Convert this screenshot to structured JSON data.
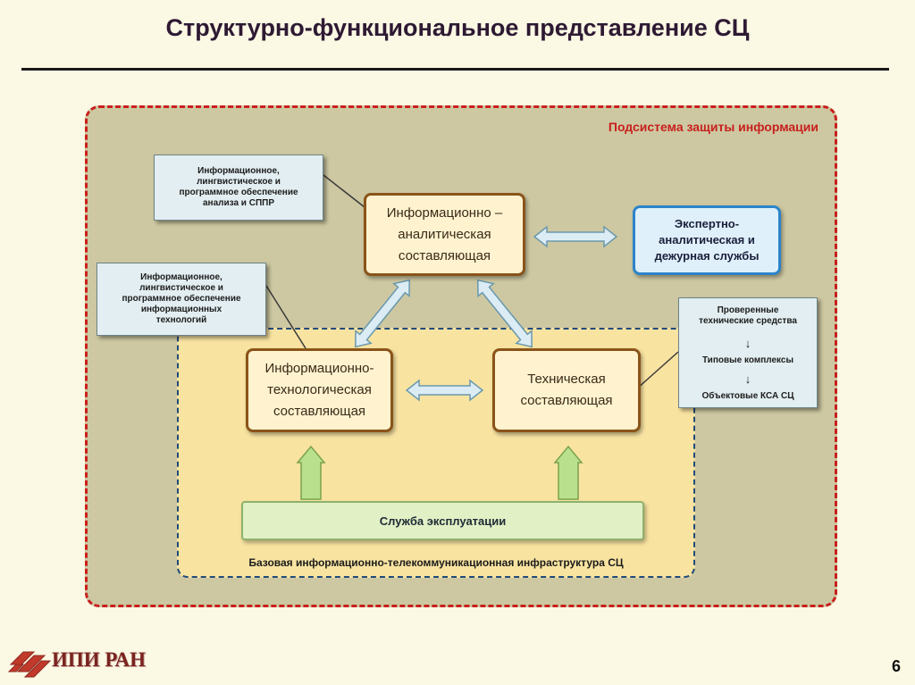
{
  "slide": {
    "title": "Структурно-функциональное представление СЦ",
    "page_number": "6"
  },
  "outer_region": {
    "label": "Подсистема защиты информации"
  },
  "inner_region": {
    "label": "Базовая информационно-телекоммуникационная инфраструктура СЦ"
  },
  "components": {
    "analytical": "Информационно –\nаналитическая\nсоставляющая",
    "technological": "Информационно-\nтехнологическая\nсоставляющая",
    "technical": "Техническая\nсоставляющая"
  },
  "notes": {
    "analytics_support": "Информационное,\nлингвистическое и\nпрограммное обеспечение\nанализа и СППР",
    "it_support": "Информационное,\nлингвистическое и\nпрограммное обеспечение\nинформационных\nтехнологий"
  },
  "expert_services": "Экспертно-\nаналитическая и\nдежурная службы",
  "technical_means": {
    "items": [
      "Проверенные\nтехнические средства",
      "Типовые комплексы",
      "Объектовые КСА СЦ"
    ]
  },
  "service": {
    "label": "Служба эксплуатации"
  },
  "logo": {
    "text": "ИПИ РАН"
  },
  "colors": {
    "outer_border": "#c8201d",
    "inner_border": "#214a7a",
    "component_border": "#8a5419",
    "expert_border": "#2c84c9",
    "double_arrow_fill": "#dcecf4",
    "up_arrow_fill": "#b9e08d"
  }
}
